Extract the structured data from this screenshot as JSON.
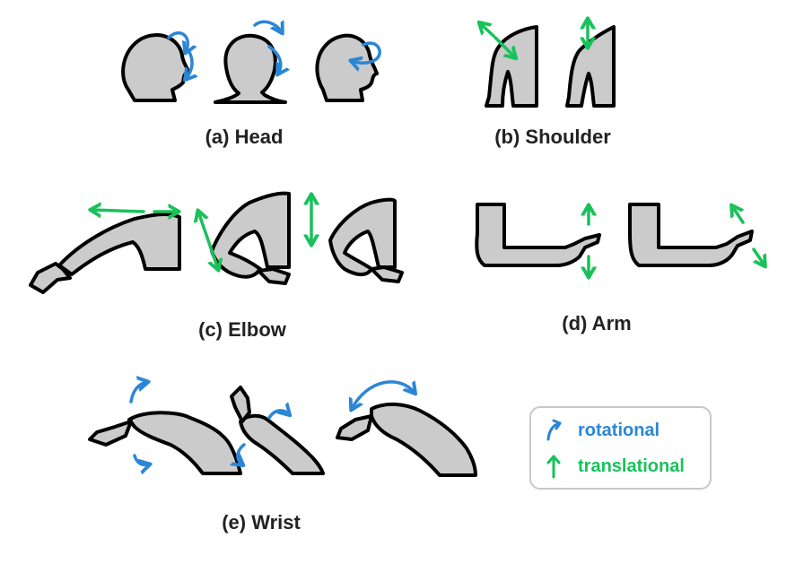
{
  "captions": {
    "head": "(a) Head",
    "shoulder": "(b) Shoulder",
    "elbow": "(c) Elbow",
    "arm": "(d) Arm",
    "wrist": "(e) Wrist"
  },
  "legend": {
    "rotational": {
      "label": "rotational",
      "icon": "curved-arrow-icon"
    },
    "translational": {
      "label": "translational",
      "icon": "straight-arrow-icon"
    }
  },
  "colors": {
    "rotational": "#2b86d6",
    "translational": "#19c15a",
    "body_fill": "#cbcbcb",
    "outline": "#000000"
  }
}
